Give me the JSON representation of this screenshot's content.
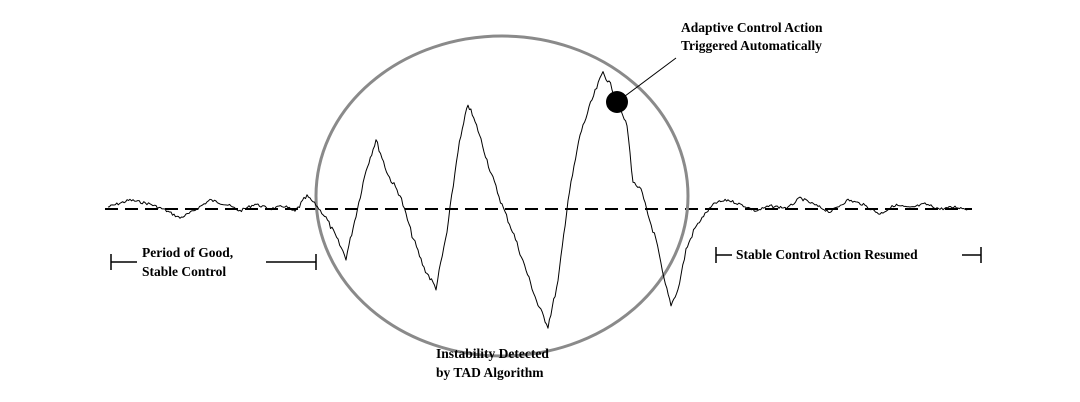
{
  "labels": {
    "action_line1": "Adaptive Control Action",
    "action_line2": "Triggered Automatically",
    "good_line1": "Period of Good,",
    "good_line2": "Stable Control",
    "resumed": "Stable Control Action Resumed",
    "detected_line1": "Instability Detected",
    "detected_line2": "by TAD Algorithm"
  },
  "colors": {
    "signal": "#000000",
    "baseline": "#000000",
    "ellipse": "#8a8a8a",
    "marker": "#000000"
  }
}
